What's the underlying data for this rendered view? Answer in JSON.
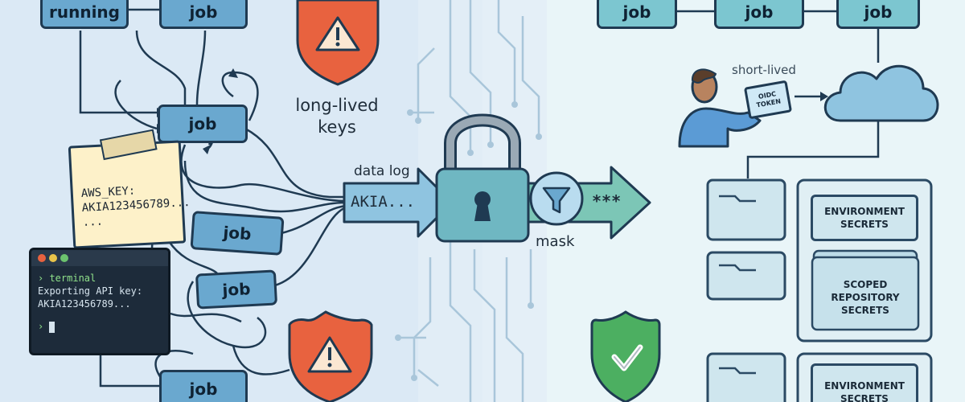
{
  "left": {
    "running_label": "running",
    "job_label": "job",
    "long_lived_keys": "long-lived keys",
    "note_lines": [
      "AWS_KEY:",
      "AKIA123456789...",
      "..."
    ],
    "terminal_lines": {
      "cmd": "› terminal",
      "line1": "Exporting API key:",
      "line2": "AKIA123456789...",
      "prompt": "›"
    }
  },
  "center": {
    "data_log": "data log",
    "leak_value": "AKIA...",
    "mask_label": "mask",
    "masked_value": "***"
  },
  "right": {
    "job_label": "job",
    "short_lived": "short-lived",
    "token_text": "OIDC TOKEN",
    "env_secrets": "ENVIRONMENT SECRETS",
    "scoped_repo_secrets": "SCOPED REPOSITORY SECRETS",
    "env_secrets_bottom": "ENVIRONMENT SECRETS"
  },
  "colors": {
    "bg_left": "#dbe9f5",
    "bg_right": "#e9f5f8",
    "warning_shield": "#e8623f",
    "ok_shield": "#4caf61",
    "lock": "#6fb7c2",
    "outline": "#1f3a52"
  },
  "icons": [
    "warning-shield-icon",
    "padlock-icon",
    "filter-icon",
    "check-shield-icon",
    "cloud-icon",
    "folder-icon",
    "person-icon"
  ]
}
